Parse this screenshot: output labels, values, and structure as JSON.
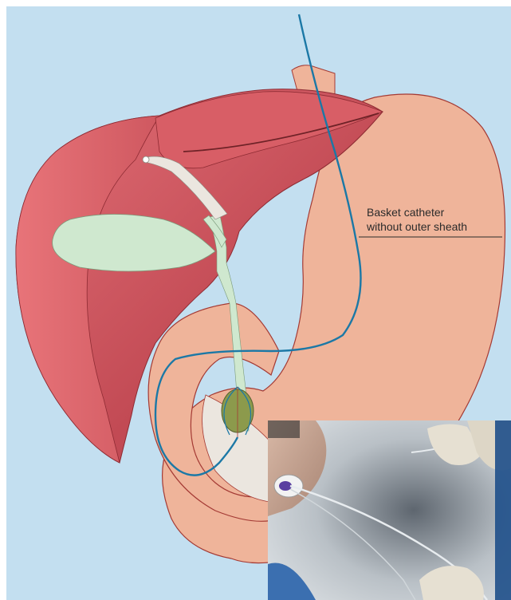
{
  "label": {
    "line1": "Basket catheter",
    "line2": "without outer sheath"
  },
  "colors": {
    "background": "#c3dff0",
    "liver": "#c9535c",
    "stomach": "#efb49a",
    "bile_duct": "#cfe8cf",
    "catheter": "#1b78a6"
  },
  "photo": {
    "description_icon": "endoscopy-procedure-photo"
  }
}
